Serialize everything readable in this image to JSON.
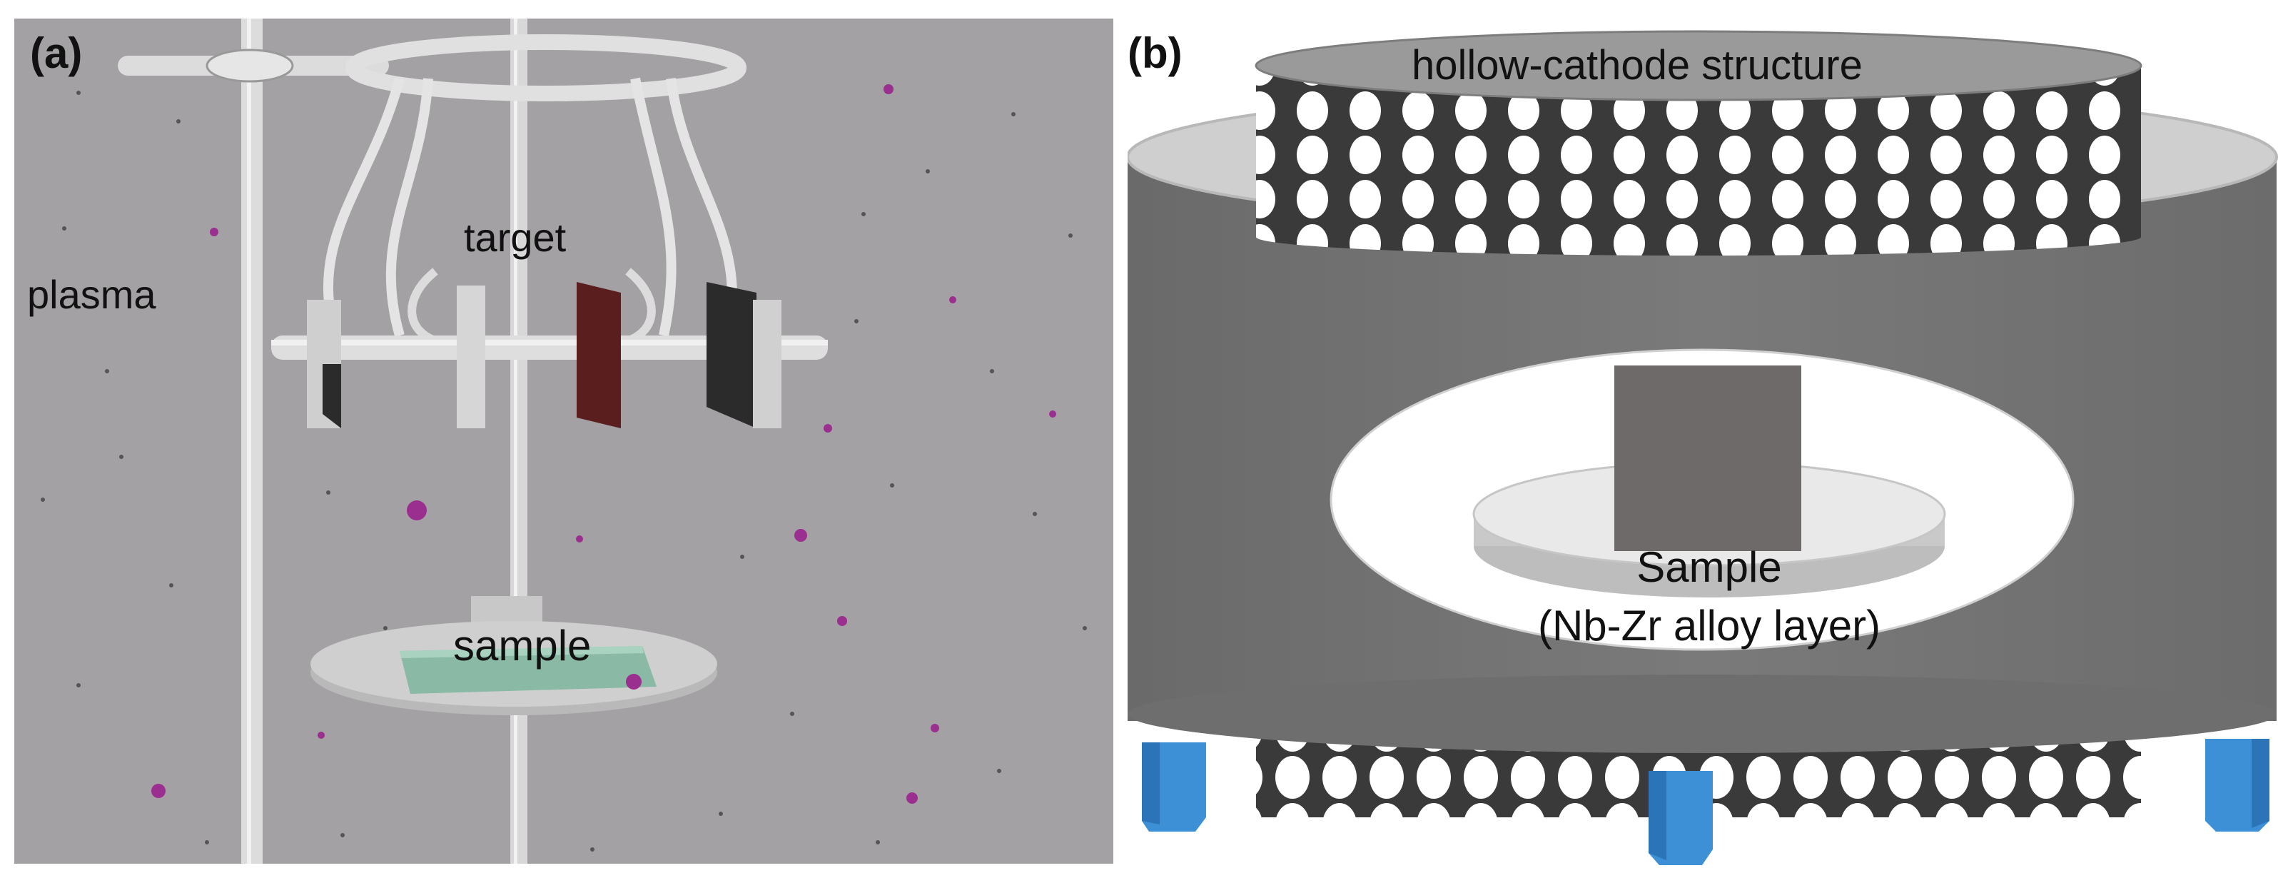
{
  "panel_a": {
    "letter": "(a)",
    "labels": {
      "plasma": "plasma",
      "target": "target",
      "sample": "sample"
    }
  },
  "panel_b": {
    "letter": "(b)",
    "labels": {
      "cathode": "hollow-cathode structure",
      "sample_line1": "Sample",
      "sample_line2": "(Nb-Zr alloy layer)"
    }
  },
  "colors": {
    "chamber_bg": "#a3a1a3",
    "rod": "#dcdcdc",
    "particle": "#9b2f8f",
    "target_dark": "#2b2b2b",
    "target_red": "#5a1e1e",
    "sample_glass": "#8ab9a6",
    "cylinder": "#737373",
    "perforated": "#3a3a3a",
    "cavity": "#ffffff",
    "sample_square": "#6f6a6a",
    "feet": "#3d8fd6"
  }
}
